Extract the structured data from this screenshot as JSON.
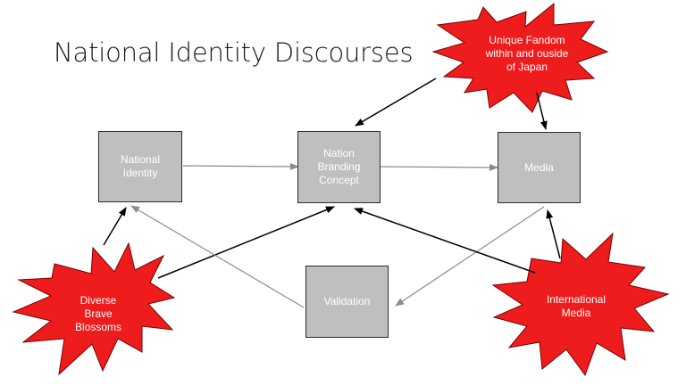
{
  "slide": {
    "title": "National Identity Discourses"
  },
  "nodes": {
    "national_identity": {
      "line1": "National",
      "line2": "Identity"
    },
    "nation_branding": {
      "line1": "Nation",
      "line2": "Branding",
      "line3": "Concept"
    },
    "media": {
      "label": "Media"
    },
    "validation": {
      "label": "Validation"
    }
  },
  "bursts": {
    "unique_fandom": {
      "line1": "Unique Fandom",
      "line2": "within and ouside",
      "line3": "of Japan"
    },
    "diverse_brave_blossoms": {
      "line1": "Diverse",
      "line2": "Brave",
      "line3": "Blossoms"
    },
    "international_media": {
      "line1": "International",
      "line2": "Media"
    }
  },
  "colors": {
    "box_fill": "#bfbfbf",
    "burst_fill": "#ee1c1c",
    "arrow_black": "#000000",
    "arrow_gray": "#8c8c8c"
  }
}
